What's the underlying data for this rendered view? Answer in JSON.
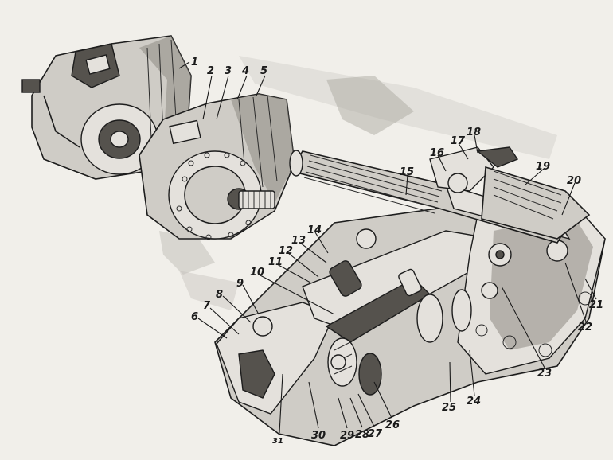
{
  "figure": {
    "callouts": [
      {
        "label": "1"
      },
      {
        "label": "2"
      },
      {
        "label": "3"
      },
      {
        "label": "4"
      },
      {
        "label": "5"
      },
      {
        "label": "6"
      },
      {
        "label": "7"
      },
      {
        "label": "8"
      },
      {
        "label": "9"
      },
      {
        "label": "10"
      },
      {
        "label": "11"
      },
      {
        "label": "12"
      },
      {
        "label": "13"
      },
      {
        "label": "14"
      },
      {
        "label": "15"
      },
      {
        "label": "16"
      },
      {
        "label": "17"
      },
      {
        "label": "18"
      },
      {
        "label": "19"
      },
      {
        "label": "20"
      },
      {
        "label": "21"
      },
      {
        "label": "22"
      },
      {
        "label": "23"
      },
      {
        "label": "24"
      },
      {
        "label": "25"
      },
      {
        "label": "26"
      },
      {
        "label": "27"
      },
      {
        "label": "28"
      },
      {
        "label": "29"
      },
      {
        "label": "30"
      },
      {
        "label": "31"
      }
    ],
    "colors": {
      "ink": "#1d1d1d",
      "paper": "#f1efea",
      "metal": "#cfccc6",
      "shadow": "#55524d"
    }
  }
}
